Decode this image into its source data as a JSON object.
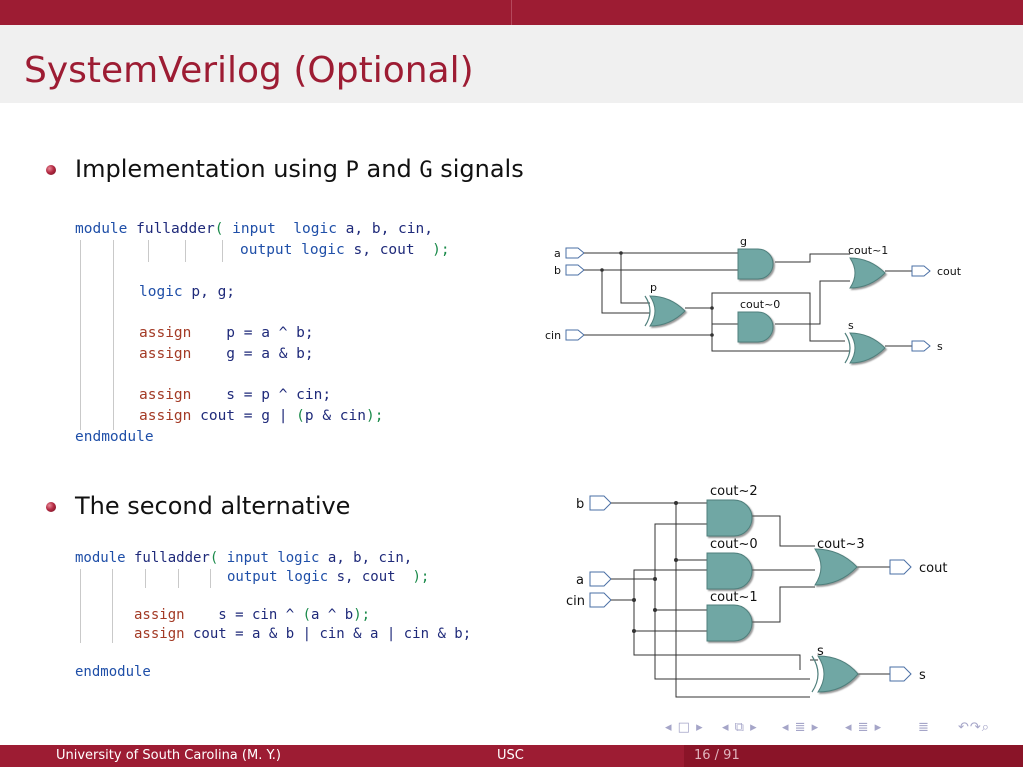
{
  "slide": {
    "title": "SystemVerilog (Optional)",
    "bullet1": {
      "pre": "Implementation using ",
      "p": "P",
      "mid": " and ",
      "g": "G",
      "post": " signals"
    },
    "bullet2": "The second alternative"
  },
  "code1": {
    "l1_a": "module",
    "l1_b": " fulladder",
    "l1_c": "( ",
    "l1_d": "input",
    "l1_e": "  logic",
    "l1_f": " a, b, cin,",
    "l2_a": "output",
    "l2_b": " logic",
    "l2_c": " s, cout  ",
    "l2_d": ");",
    "l3_a": "logic",
    "l3_b": " p, g;",
    "l4_a": "assign",
    "l4_b": "    p = a ^ b;",
    "l5_a": "assign",
    "l5_b": "    g = a & b;",
    "l6_a": "assign",
    "l6_b": "    s = p ^ cin;",
    "l7_a": "assign",
    "l7_b": " cout = g | ",
    "l7_c": "(",
    "l7_d": "p & cin",
    "l7_e": ");",
    "l8": "endmodule"
  },
  "code2": {
    "l1_a": "module",
    "l1_b": " fulladder",
    "l1_c": "( ",
    "l1_d": "input",
    "l1_e": " logic",
    "l1_f": " a, b, cin,",
    "l2_a": "output",
    "l2_b": " logic",
    "l2_c": " s, cout  ",
    "l2_d": ");",
    "l3_a": "assign",
    "l3_b": "    s = cin ^ ",
    "l3_c": "(",
    "l3_d": "a ^ b",
    "l3_e": ");",
    "l4_a": "assign",
    "l4_b": " cout = a & b | cin & a | cin & b;",
    "l5": "endmodule"
  },
  "circuit1": {
    "inputs": [
      "a",
      "b",
      "cin"
    ],
    "outputs": [
      "cout",
      "s"
    ],
    "gate_labels": {
      "and_top": "g",
      "xor_mid": "p",
      "and_mid": "cout~0",
      "or_top": "cout~1",
      "xor_bot": "s"
    }
  },
  "circuit2": {
    "inputs": [
      "b",
      "a",
      "cin"
    ],
    "outputs": [
      "cout",
      "s"
    ],
    "gate_labels": {
      "and1": "cout~2",
      "and2": "cout~0",
      "and3": "cout~1",
      "or": "cout~3",
      "xor": "s"
    }
  },
  "footer": {
    "left": "University of South Carolina  (M. Y.)",
    "center": "USC",
    "page": "16 / 91"
  },
  "colors": {
    "accent": "#9d1c33",
    "gate": "#6fa7a4"
  }
}
